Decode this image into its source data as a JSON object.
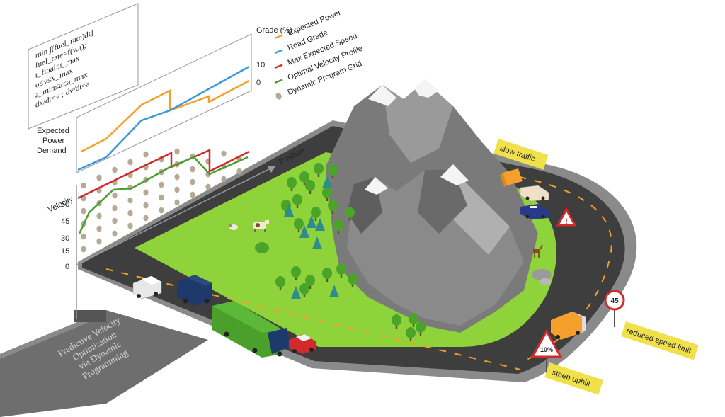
{
  "equations": [
    "min ∫(fuel_rate)dt]",
    "fuel_rate=f(v,a);",
    "t_final≤t_max",
    "o≤v≤v_max",
    "a_min≤a≤a_max",
    "dx/dt=v ; dv/dt=a"
  ],
  "power_panel": {
    "ylabel_lines": [
      "Expected",
      "Power",
      "Demand"
    ],
    "grade_label": "Grade (%)",
    "grade_ticks": [
      "10",
      "0"
    ]
  },
  "velocity_panel": {
    "ylabel": "Velocity",
    "yticks": [
      "60",
      "45",
      "30",
      "15",
      "0"
    ],
    "xlabel": "Position"
  },
  "legend": [
    {
      "label": "Expected Power",
      "color": "#f5a02a",
      "marker": "line"
    },
    {
      "label": "Road Grade",
      "color": "#3a9ad9",
      "marker": "line"
    },
    {
      "label": "Max Expected Speed",
      "color": "#d0302a",
      "marker": "line"
    },
    {
      "label": "Optimal Velocity Profile",
      "color": "#4a9e2c",
      "marker": "line"
    },
    {
      "label": "Dynamic Program Grid",
      "color": "#b8a898",
      "marker": "dot"
    }
  ],
  "base_title_lines": [
    "Predictive Velocity",
    "Optimization",
    "via Dynamic",
    "Programming"
  ],
  "signs": {
    "slow_traffic": "slow traffic",
    "reduced_speed_limit": "reduced speed limit",
    "steep_uphill": "steep uphill",
    "speed_limit_value": "45",
    "grade_value": "10%",
    "warning_symbol": "!"
  },
  "colors": {
    "grass": "#8fd33a",
    "road": "#3e3e3e",
    "road_edge": "#8a8a8a",
    "lane_marking": "#f5a02a",
    "mountain_dark": "#6b6b6b",
    "mountain_light": "#9a9a9a",
    "snow": "#f4f4f4",
    "tree": "#4aa42a",
    "pine": "#2e8c8c",
    "sign_yellow": "#f0e04a",
    "platform": "#6e6e6e"
  }
}
